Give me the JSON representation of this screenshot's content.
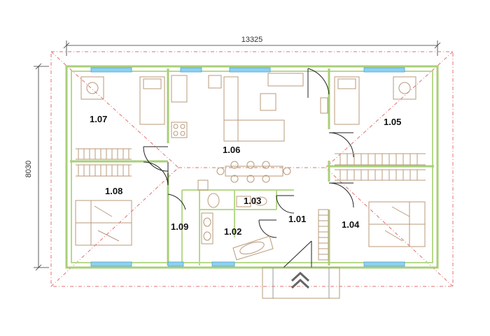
{
  "dimensions": {
    "width": "13325",
    "height": "8030"
  },
  "rooms": [
    {
      "id": "1.07"
    },
    {
      "id": "1.06"
    },
    {
      "id": "1.05"
    },
    {
      "id": "1.08"
    },
    {
      "id": "1.03"
    },
    {
      "id": "1.01"
    },
    {
      "id": "1.09"
    },
    {
      "id": "1.02"
    },
    {
      "id": "1.04"
    }
  ],
  "entrance": {
    "icon": "double-chevron-up-icon"
  },
  "colors": {
    "walls": "#a9cf78",
    "roof": "#e07070",
    "furniture": "#b89a7a",
    "windows": "#8fd0ef"
  }
}
